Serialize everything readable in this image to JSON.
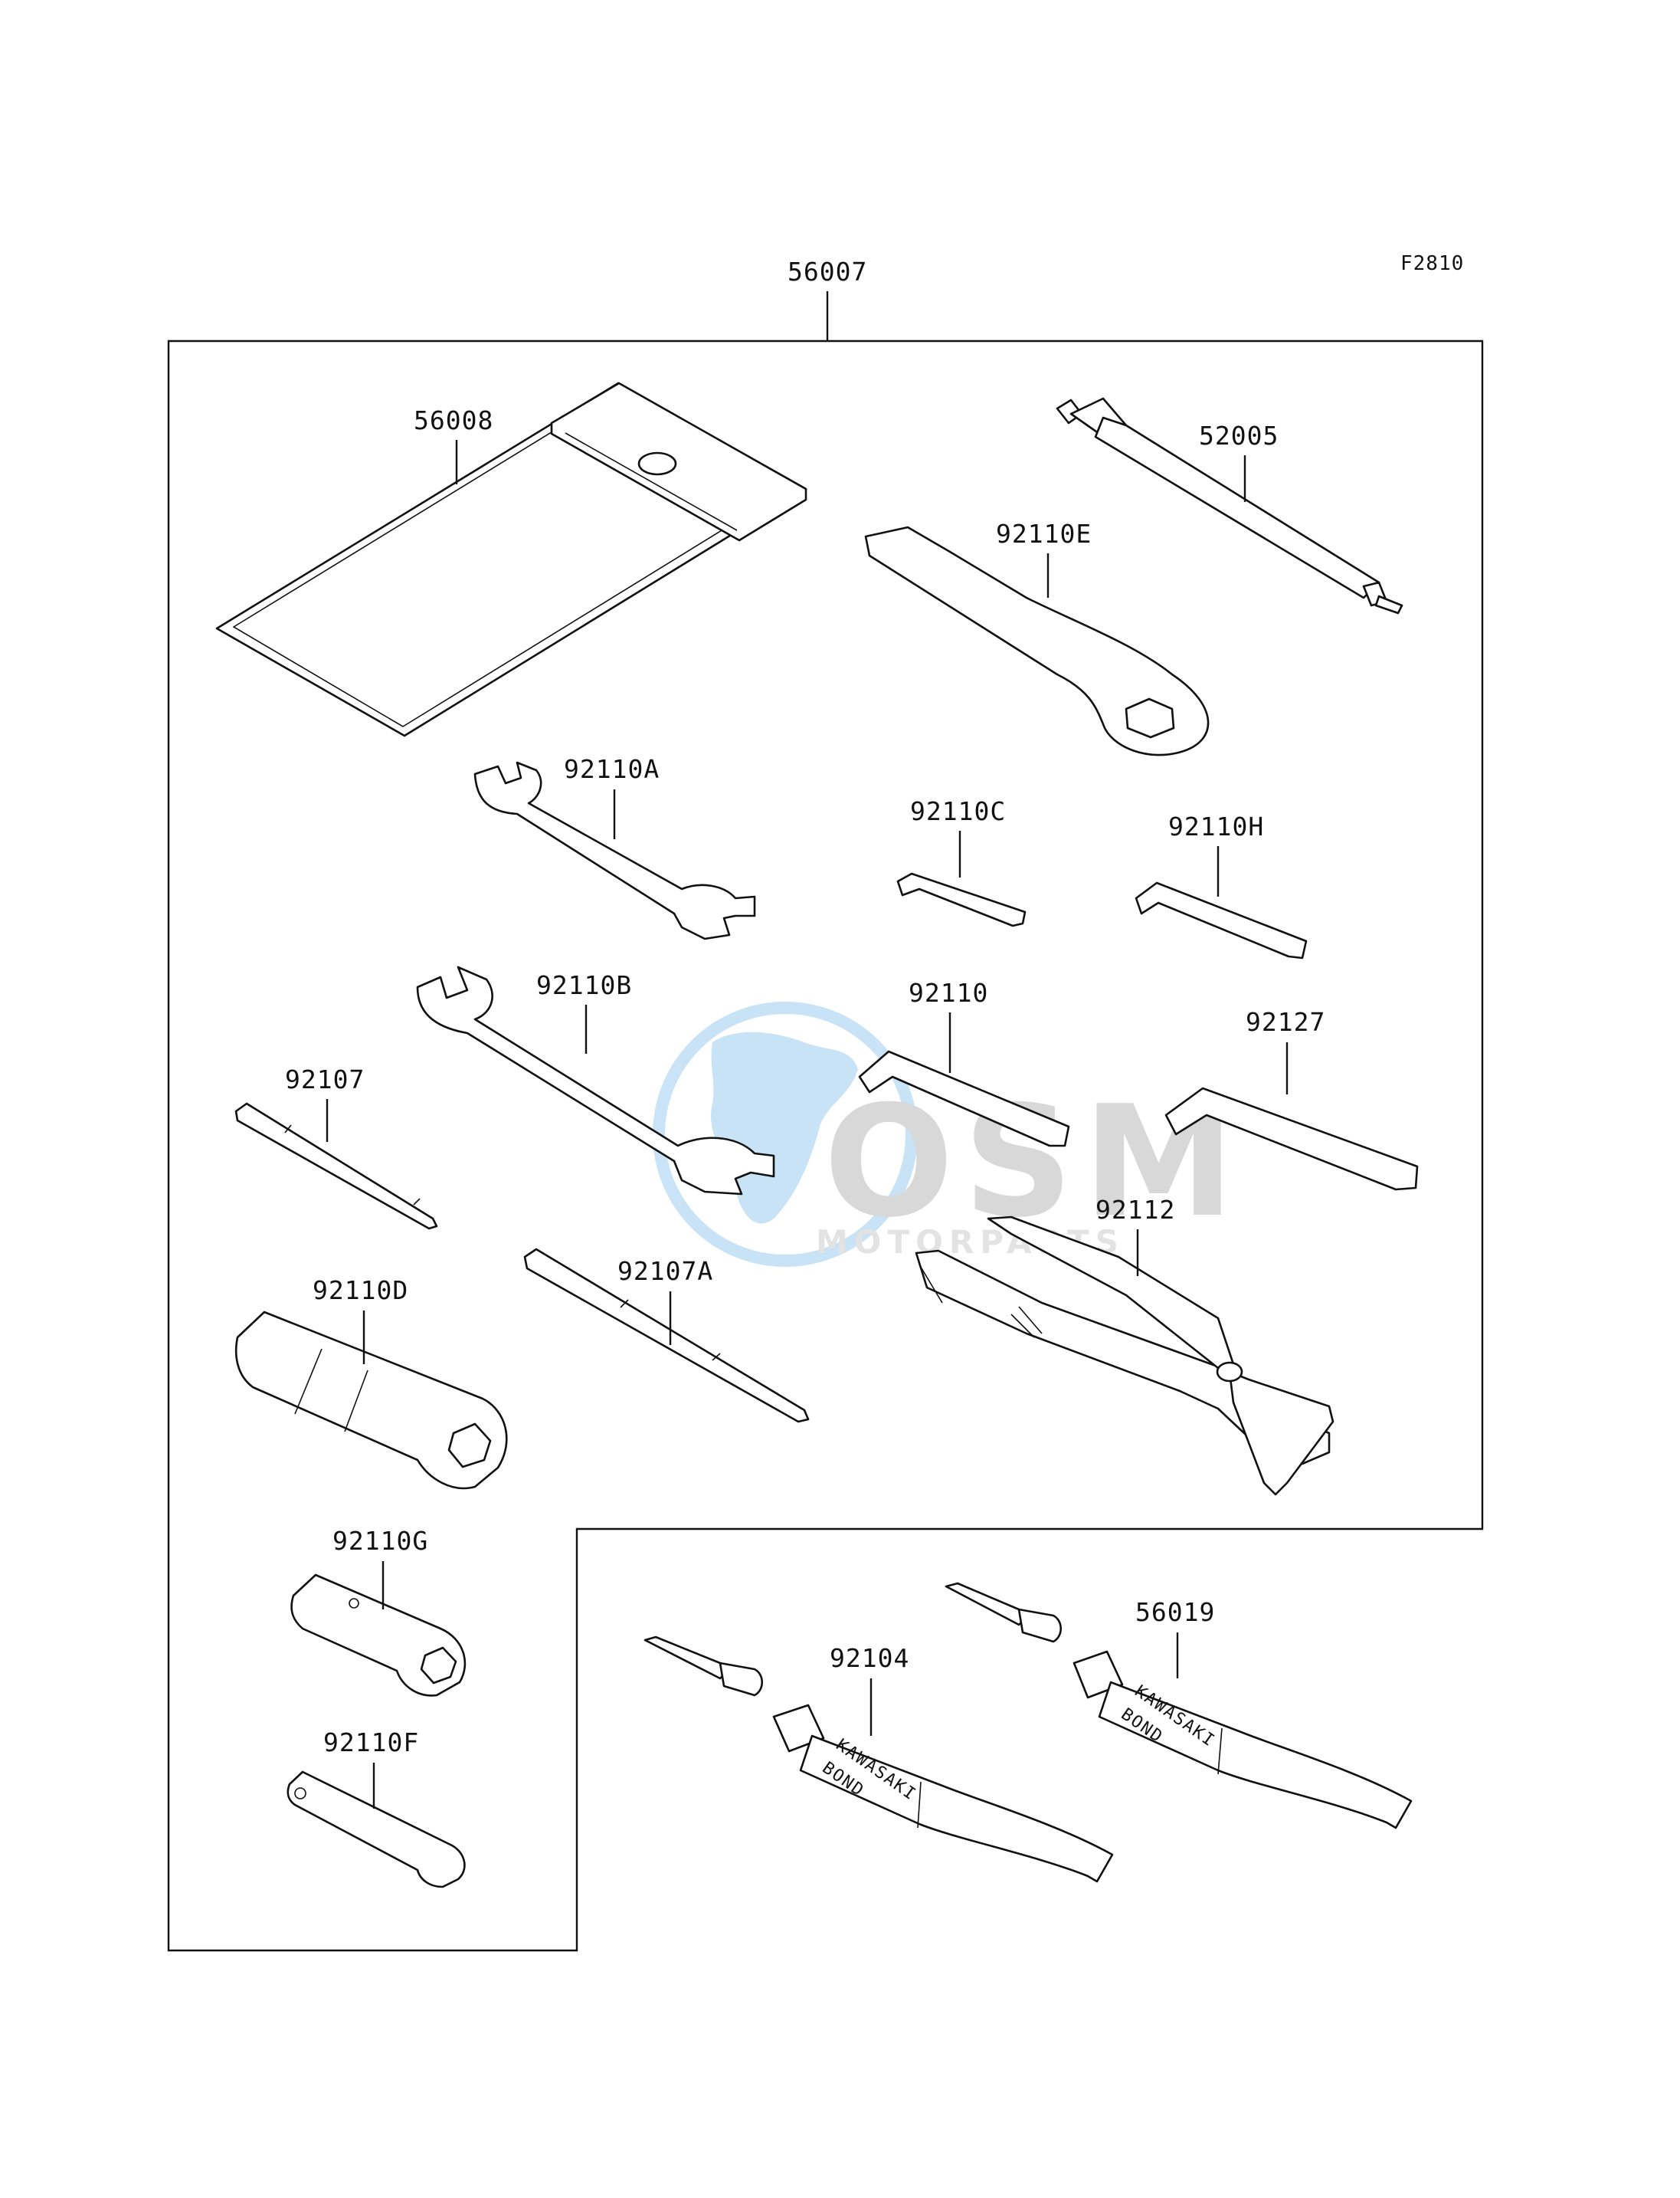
{
  "figure_code": "F2810",
  "assembly": {
    "part_no": "56007"
  },
  "parts": [
    {
      "part_no": "56008"
    },
    {
      "part_no": "52005"
    },
    {
      "part_no": "92110E"
    },
    {
      "part_no": "92110A"
    },
    {
      "part_no": "92110C"
    },
    {
      "part_no": "92110H"
    },
    {
      "part_no": "92110B"
    },
    {
      "part_no": "92110"
    },
    {
      "part_no": "92127"
    },
    {
      "part_no": "92107"
    },
    {
      "part_no": "92112"
    },
    {
      "part_no": "92110D"
    },
    {
      "part_no": "92107A"
    },
    {
      "part_no": "92110G"
    },
    {
      "part_no": "92110F"
    },
    {
      "part_no": "92104"
    },
    {
      "part_no": "56019"
    }
  ],
  "tube_print": {
    "line1": "KAWASAKI",
    "line2": "BOND"
  },
  "watermark": {
    "brand": "OSM",
    "sub": "MOTORPARTS",
    "color": "#5aa9e6"
  }
}
